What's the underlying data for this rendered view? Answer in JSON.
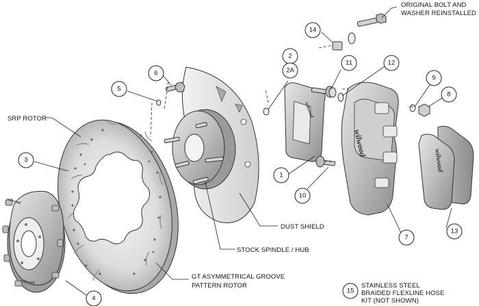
{
  "labels": {
    "original_bolt_line1": "ORIGINAL BOLT AND",
    "original_bolt_line2": "WASHER REINSTALLED",
    "srp_rotor": "SRP ROTOR",
    "dust_shield": "DUST SHIELD",
    "stock_spindle": "STOCK SPINDLE / HUB",
    "gt_rotor_line1": "GT ASYMMETRICAL GROOVE",
    "gt_rotor_line2": "PATTERN ROTOR",
    "hose_line1": "STAINLESS STEEL",
    "hose_line2": "BRAIDED FLEXLINE HOSE",
    "hose_line3": "KIT (NOT SHOWN)"
  },
  "callouts": {
    "c1": "1",
    "c2": "2",
    "c2a": "2A",
    "c3": "3",
    "c4": "4",
    "c5": "5",
    "c6": "6",
    "c7": "7",
    "c8": "8",
    "c9": "9",
    "c10": "10",
    "c11": "11",
    "c12": "12",
    "c13": "13",
    "c14": "14",
    "c15": "15"
  },
  "branding": {
    "caliper_logo": "wilwood",
    "pad_logo": "wilwood",
    "bracket_logo": "wilwood",
    "hat_logo": "wilwood",
    "hat_logo_lower": "wilwood"
  }
}
